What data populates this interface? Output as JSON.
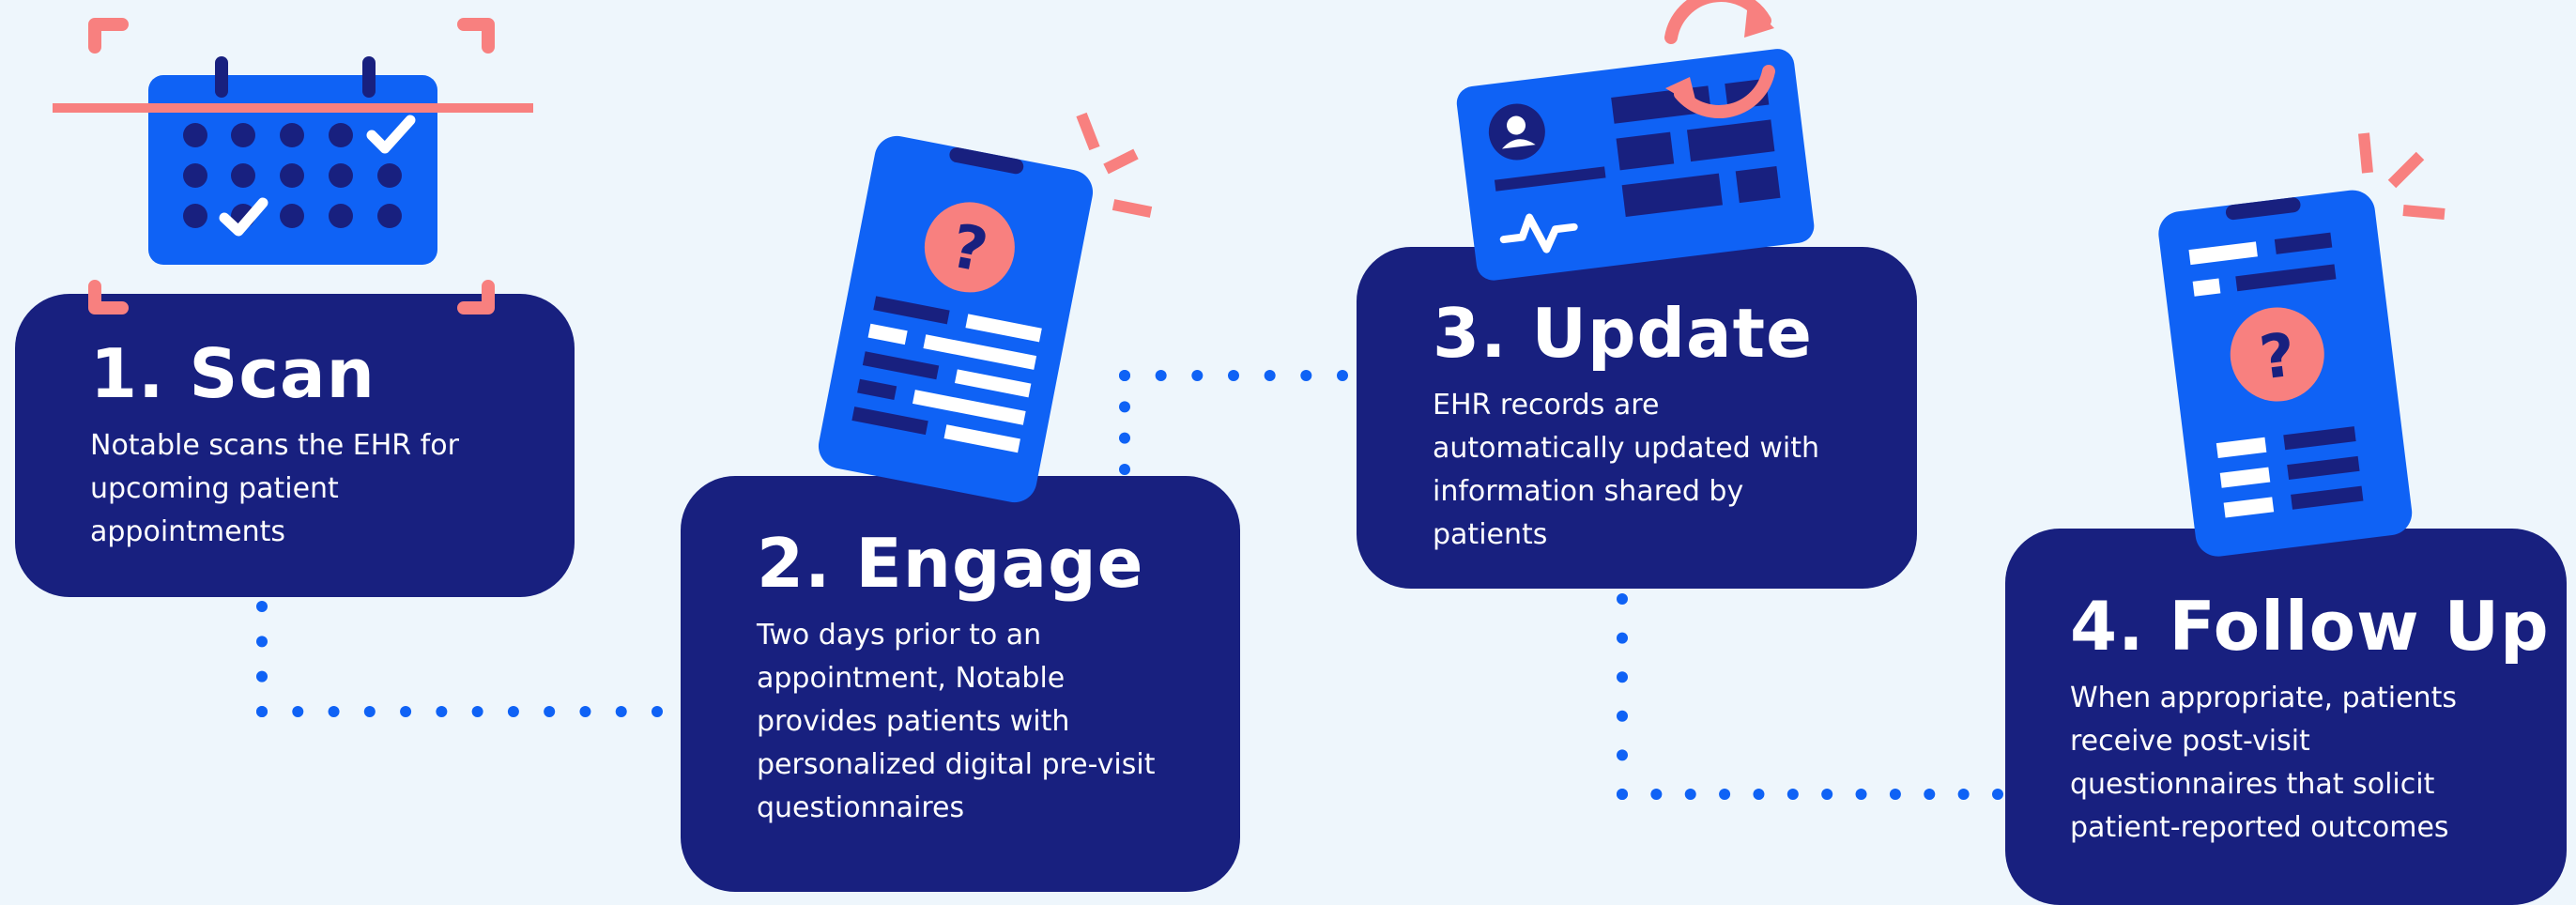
{
  "colors": {
    "background": "#eef6fc",
    "card": "#18207f",
    "blue": "#0f62f5",
    "navy": "#18207f",
    "coral": "#f8807f",
    "white": "#ffffff"
  },
  "steps": [
    {
      "title": "1. Scan",
      "description": "Notable scans the EHR for\nupcoming patient\nappointments",
      "icon": "calendar-scan-icon"
    },
    {
      "title": "2. Engage",
      "description": "Two days prior to an\nappointment, Notable\nprovides patients with\npersonalized digital pre-visit\nquestionnaires",
      "icon": "phone-questionnaire-icon"
    },
    {
      "title": "3. Update",
      "description": "EHR records are\nautomatically updated with\ninformation shared by\npatients",
      "icon": "record-refresh-icon"
    },
    {
      "title": "4. Follow Up",
      "description": "When appropriate, patients\nreceive post-visit\nquestionnaires that solicit\npatient-reported outcomes",
      "icon": "phone-followup-icon"
    }
  ]
}
